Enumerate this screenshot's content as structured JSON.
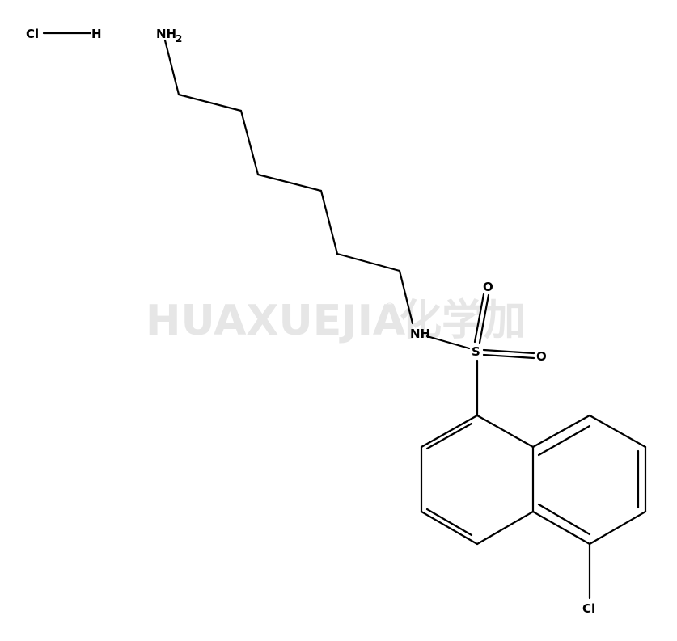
{
  "watermark": {
    "text": "HUAXUEJIA",
    "registered_mark": "®",
    "chinese": "化学加",
    "color": "#e6e6e6"
  },
  "molecule": {
    "atoms": {
      "hcl_cl": "Cl",
      "hcl_h": "H",
      "amine_n": "NH",
      "amine_sub": "2",
      "sulfonamide_nh": "NH",
      "sulfur": "S",
      "oxygen_top": "O",
      "oxygen_right": "O",
      "ring_cl": "Cl"
    },
    "bond_color": "#000000"
  }
}
